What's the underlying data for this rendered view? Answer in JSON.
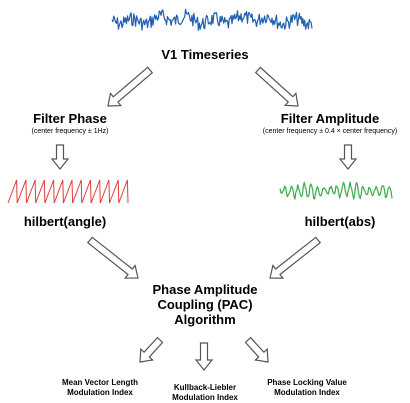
{
  "colors": {
    "timeseries": "#1f5fb0",
    "phase": "#e23b3b",
    "amplitude": "#3aaa4a",
    "arrow_fill": "#ffffff",
    "arrow_stroke": "#555555"
  },
  "nodes": {
    "timeseries": "V1 Timeseries",
    "filter_phase": "Filter Phase",
    "filter_phase_note": "(center frequency ± 1Hz)",
    "filter_amplitude": "Filter Amplitude",
    "filter_amplitude_note": "(center frequency ± 0.4 × center frequency)",
    "hilbert_angle": "hilbert(angle)",
    "hilbert_abs": "hilbert(abs)",
    "pac_line1": "Phase Amplitude",
    "pac_line2": "Coupling (PAC)",
    "pac_line3": "Algorithm"
  },
  "methods": [
    {
      "line1": "Mean Vector Length",
      "line2": "Modulation Index"
    },
    {
      "line1": "Kullback-Liebler",
      "line2": "Modulation Index"
    },
    {
      "line1": "Phase Locking Value",
      "line2": "Modulation Index"
    }
  ],
  "icons": {
    "timeseries_trace": "noisy-signal-trace-icon",
    "phase_trace": "sawtooth-phase-trace-icon",
    "amplitude_trace": "amplitude-envelope-trace-icon",
    "flow_arrow": "hollow-arrow-icon"
  }
}
